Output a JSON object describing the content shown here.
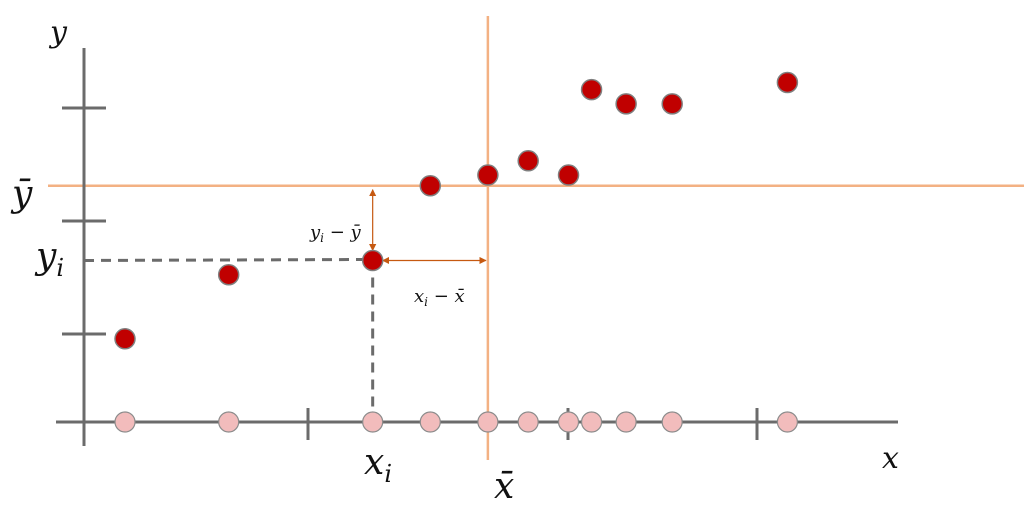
{
  "labels": {
    "y_axis": "y",
    "x_axis": "x",
    "y_bar": "ȳ",
    "x_bar": "x̄",
    "y_i": "y",
    "y_i_sub": "i",
    "x_i": "x",
    "x_i_sub": "i",
    "dy_main": "y",
    "dy_sub": "i",
    "dy_rest": " − ȳ",
    "dx_main": "x",
    "dx_sub": "i",
    "dx_rest": " − x̄"
  },
  "colors": {
    "axis": "#6b6b6b",
    "mean_line": "#f3b183",
    "point_fill": "#c00000",
    "point_stroke": "#7f7f7f",
    "rug_fill": "#f2bcbc",
    "rug_stroke": "#8c8c8c",
    "dashed": "#6b6b6b",
    "arrow": "#c65911"
  },
  "chart_data": {
    "type": "scatter",
    "x_axis_ticks": 3,
    "y_axis_ticks": 3,
    "points": [
      {
        "x": 1.0,
        "y": 2.0
      },
      {
        "x": 2.8,
        "y": 3.8
      },
      {
        "x": 5.3,
        "y": 4.2
      },
      {
        "x": 6.3,
        "y": 6.3
      },
      {
        "x": 7.3,
        "y": 6.6
      },
      {
        "x": 8.0,
        "y": 7.0
      },
      {
        "x": 8.7,
        "y": 6.6
      },
      {
        "x": 9.1,
        "y": 9.0
      },
      {
        "x": 9.7,
        "y": 8.6
      },
      {
        "x": 10.5,
        "y": 8.6
      },
      {
        "x": 12.5,
        "y": 9.2
      }
    ],
    "x_mean": 7.3,
    "y_mean": 6.3,
    "highlight_index": 2
  }
}
